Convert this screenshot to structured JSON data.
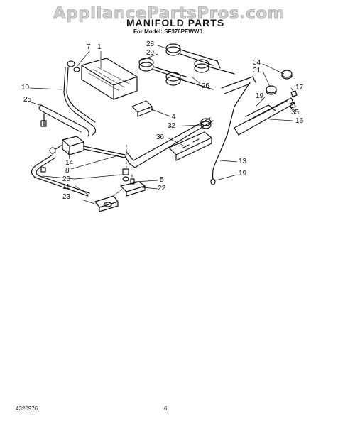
{
  "watermark": "AppliancePartsPros.com",
  "title": "MANIFOLD PARTS",
  "model_line": "For Model: SF376PEWW0",
  "footer": {
    "doc_number": "4320976",
    "page_number": "6"
  },
  "callouts": {
    "c1": "1",
    "c7": "7",
    "c10": "10",
    "c25": "25",
    "c28": "28",
    "c29": "29",
    "c26": "26",
    "c34": "34",
    "c31": "31",
    "c17": "17",
    "c19a": "19",
    "c35": "35",
    "c16": "16",
    "c4": "4",
    "c32": "32",
    "c36": "36",
    "c13": "13",
    "c19b": "19",
    "c14": "14",
    "c8": "8",
    "c20": "20",
    "c11": "11",
    "c5": "5",
    "c22": "22",
    "c23": "23"
  }
}
